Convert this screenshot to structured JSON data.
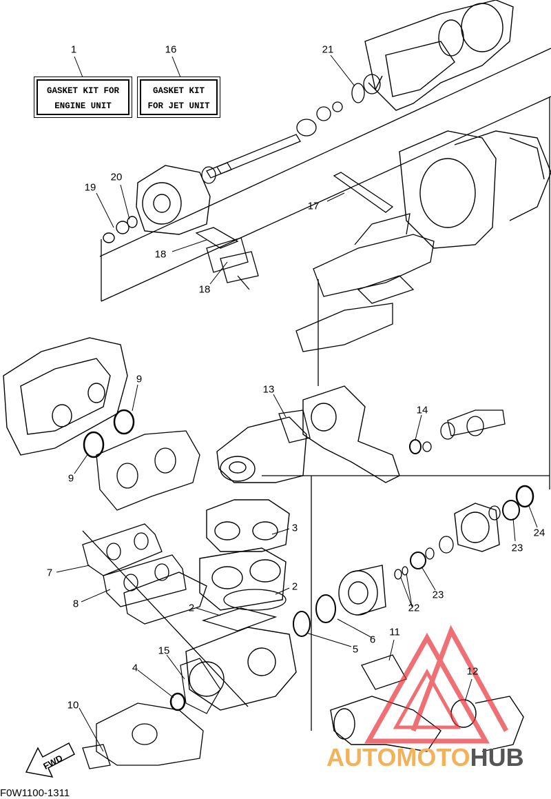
{
  "kits": {
    "engine": {
      "number": "1",
      "line1": "GASKET KIT FOR",
      "line2": "ENGINE UNIT"
    },
    "jet": {
      "number": "16",
      "line1": "GASKET KIT",
      "line2": "FOR JET UNIT"
    }
  },
  "callouts": {
    "n2a": "2",
    "n2b": "2",
    "n3": "3",
    "n4": "4",
    "n5": "5",
    "n6": "6",
    "n7": "7",
    "n8": "8",
    "n9a": "9",
    "n9b": "9",
    "n10": "10",
    "n11": "11",
    "n12": "12",
    "n13": "13",
    "n14": "14",
    "n15": "15",
    "n17": "17",
    "n18a": "18",
    "n18b": "18",
    "n19": "19",
    "n20": "20",
    "n21": "21",
    "n22": "22",
    "n23a": "23",
    "n23b": "23",
    "n24": "24"
  },
  "fwd_label": "FWD",
  "figure_code": "F0W1100-1311",
  "watermark": {
    "part1": "AUTOMOTO",
    "part2": "HUB",
    "accent": "#f2b25a",
    "logo_color": "#e8343a"
  }
}
